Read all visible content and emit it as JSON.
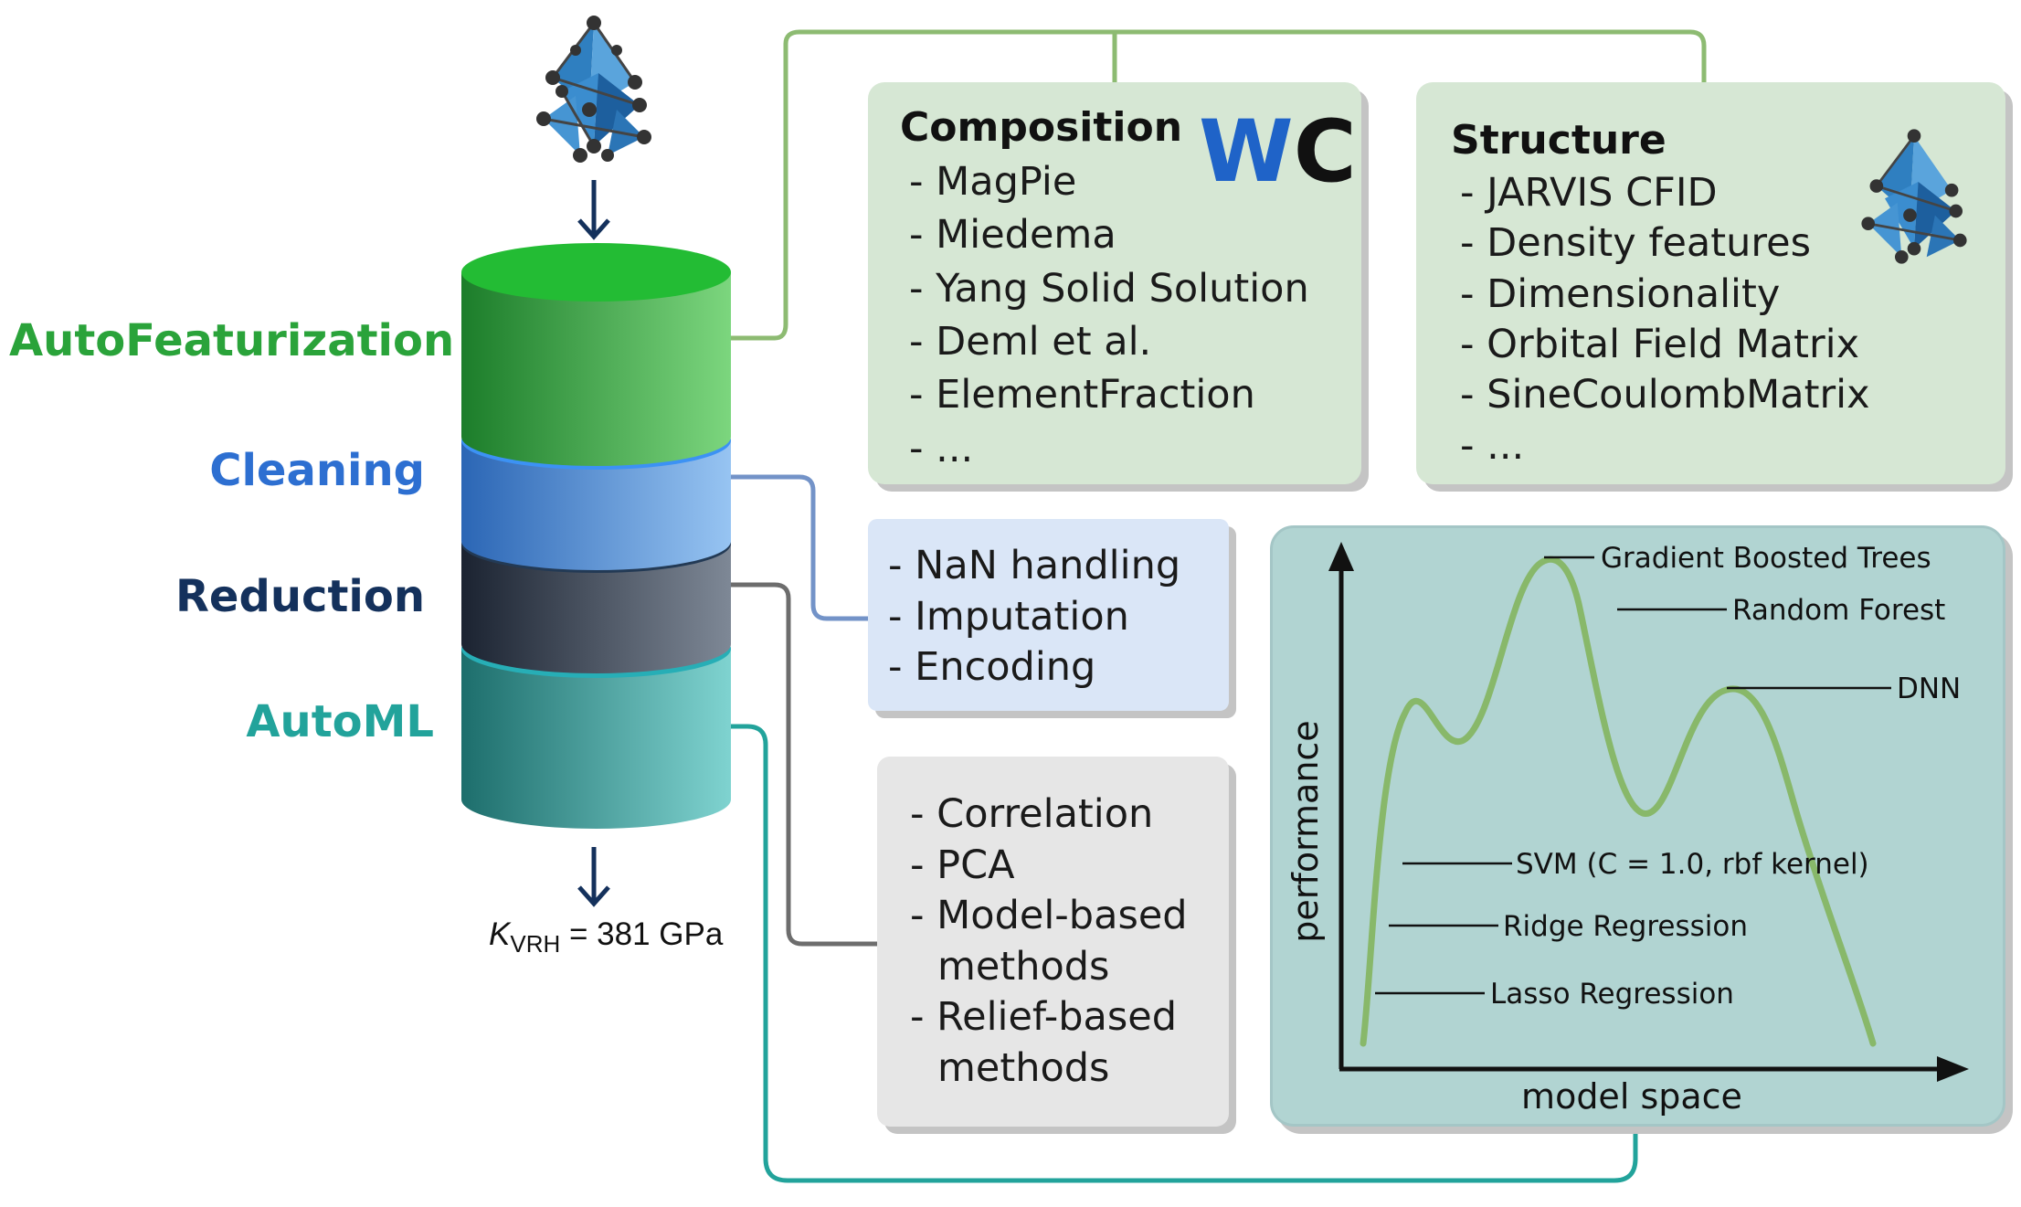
{
  "stages": [
    {
      "label": "AutoFeaturization",
      "color": "#2aa33a"
    },
    {
      "label": "Cleaning",
      "color": "#2d6fd1"
    },
    {
      "label": "Reduction",
      "color": "#14315c"
    },
    {
      "label": "AutoML",
      "color": "#22a39b"
    }
  ],
  "output": {
    "k_symbol": "K",
    "k_subscript": "VRH",
    "value_text": " = 381 GPa"
  },
  "composition": {
    "title": "Composition",
    "logo_w": "W",
    "logo_c": "C",
    "items": [
      "- MagPie",
      "- Miedema",
      "- Yang Solid Solution",
      "- Deml et al.",
      "- ElementFraction",
      "- ..."
    ]
  },
  "structure": {
    "title": "Structure",
    "items": [
      "- JARVIS CFID",
      "- Density features",
      "- Dimensionality",
      "- Orbital Field Matrix",
      "- SineCoulombMatrix",
      "- ..."
    ]
  },
  "cleaning": {
    "items": [
      "- NaN handling",
      "- Imputation",
      "- Encoding"
    ]
  },
  "reduction": {
    "items": [
      "- Correlation",
      "- PCA",
      "- Model-based",
      "methods",
      "- Relief-based",
      "methods"
    ]
  },
  "model_plot": {
    "xlabel": "model space",
    "ylabel": "performance",
    "labels": [
      "Gradient Boosted Trees",
      "Random Forest",
      "DNN",
      "SVM (C = 1.0, rbf kernel)",
      "Ridge Regression",
      "Lasso Regression"
    ]
  },
  "colors": {
    "green_box": "#d6e7d4",
    "blue_box": "#dae6f7",
    "gray_box": "#e6e6e6",
    "teal_box": "#b1d4d2",
    "curve": "#88b86a",
    "logo_blue": "#1f63c8"
  }
}
